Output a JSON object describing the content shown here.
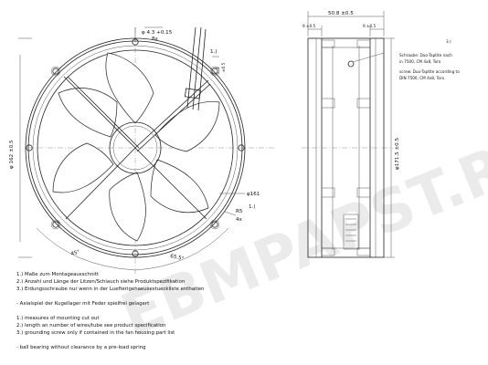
{
  "front_view": {
    "dim_hole": "φ 4.3 +0.15",
    "dim_hole_tol": "+0.15",
    "dim_8x": "8x",
    "dim_diam_outer": "φ 162 ±0.5",
    "dim_diam_fan": "φ161",
    "dim_r5": "R5",
    "dim_r5_count": "4x",
    "dim_offset": "3",
    "dim_offset_tol": "±0.5",
    "angle_left": "45°",
    "angle_right": "65.5°",
    "note_1_left": "1.)",
    "note_1_right": "1.)"
  },
  "side_view": {
    "dim_width": "50.8 ±0.5",
    "dim_left_flange": "9 ±0.5",
    "dim_right_flange": "9 ±0.5",
    "dim_diameter": "φ171.5 ±0.5",
    "screw_ref": "3.)",
    "screw_de_1": "Schraube: Duo-Taptite nach",
    "screw_de_2": "in 7500, CM 4x8, Torx",
    "screw_en_1": "screw: Duo-Taptite according to",
    "screw_en_2": "DIN 7500, CM 4x8, Torx"
  },
  "notes": [
    "1.) Maße zum Montageausschnitt",
    "2.) Anzahl und Länge der Litzen/Schlauch siehe Produktspezifikation",
    "3.) Erdungsschraube nur wenn in der Luefterigehaeusestueckliste enthalten",
    "",
    "- Axialspiel der Kugellager mit Feder spielfrei gelagert",
    "",
    "1.) measures of mounting cut out",
    "2.) length an number of wires/tube see product specification",
    "3.) grounding screw only if contained in the fan housing part list",
    "",
    "- ball bearing without clearance by a pre-load spring"
  ],
  "watermark": "EBMPAPST.RU"
}
